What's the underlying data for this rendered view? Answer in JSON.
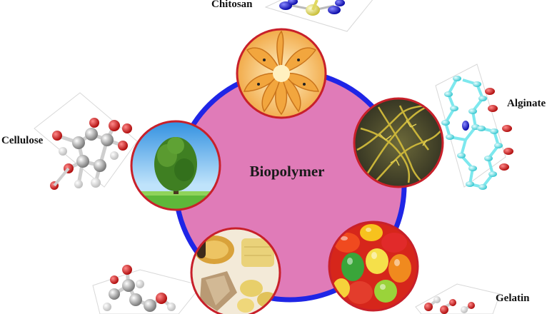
{
  "diagram": {
    "center_label": "Biopolymer",
    "colors": {
      "hub_fill": "#e07bb8",
      "hub_ring": "#1f25e6",
      "node_ring": "#c8202a",
      "connector": "#d8d8d8",
      "carbon_atom": "#9a9a9a",
      "oxygen_atom": "#d81e1e",
      "hydrogen_atom": "#e8e8e8",
      "alginate_atom": "#7de8ee",
      "chitosan_nitrogen": "#1a1ae0",
      "chitosan_sulfur": "#e8e070"
    },
    "nodes": [
      {
        "id": "chitosan",
        "label": "Chitosan",
        "image_icon": "shrimp-photo-icon",
        "molecule_icon": "chitosan-molecule-icon"
      },
      {
        "id": "alginate",
        "label": "Alginate",
        "image_icon": "seaweed-photo-icon",
        "molecule_icon": "alginate-molecule-icon"
      },
      {
        "id": "gelatin",
        "label": "Gelatin",
        "image_icon": "gummy-candy-photo-icon",
        "molecule_icon": "gelatin-molecule-icon"
      },
      {
        "id": "starch",
        "label": "",
        "image_icon": "bread-potato-photo-icon",
        "molecule_icon": "starch-molecule-icon"
      },
      {
        "id": "cellulose",
        "label": "Cellulose",
        "image_icon": "tree-photo-icon",
        "molecule_icon": "cellulose-molecule-icon"
      }
    ]
  }
}
